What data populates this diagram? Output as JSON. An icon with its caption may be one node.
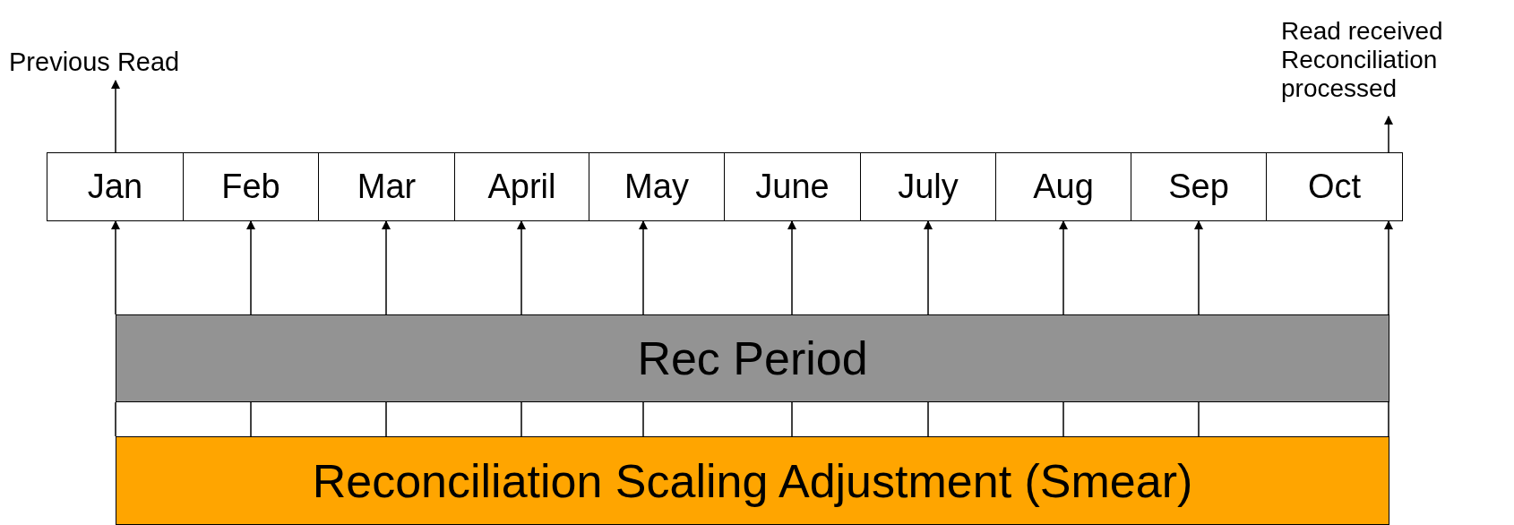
{
  "diagram": {
    "nodes": [
      {
        "text": [
          "Previous Read"
        ]
      },
      {
        "text": [
          "Read received Reconciliation processed"
        ]
      },
      {
        "text": [
          "Jan"
        ]
      },
      {
        "text": [
          "Feb"
        ]
      },
      {
        "text": [
          "Mar"
        ]
      },
      {
        "text": [
          "April"
        ]
      },
      {
        "text": [
          "May"
        ]
      },
      {
        "text": [
          "June"
        ]
      },
      {
        "text": [
          "July"
        ]
      },
      {
        "text": [
          "Aug"
        ]
      },
      {
        "text": [
          "Sep"
        ]
      },
      {
        "text": [
          "Oct"
        ]
      },
      {
        "text": [
          "Rec Period"
        ]
      },
      {
        "text": [
          "Reconciliation Scaling Adjustment (Smear)"
        ]
      }
    ],
    "edges": [
      {
        "from": 2,
        "to": 0,
        "arrow": "to"
      },
      {
        "from": 11,
        "to": 1,
        "arrow": "to"
      },
      {
        "from": 12,
        "to": 2,
        "arrow": "to"
      },
      {
        "from": 12,
        "to": 3,
        "arrow": "to"
      },
      {
        "from": 12,
        "to": 4,
        "arrow": "to"
      },
      {
        "from": 12,
        "to": 5,
        "arrow": "to"
      },
      {
        "from": 12,
        "to": 6,
        "arrow": "to"
      },
      {
        "from": 12,
        "to": 7,
        "arrow": "to"
      },
      {
        "from": 12,
        "to": 8,
        "arrow": "to"
      },
      {
        "from": 12,
        "to": 9,
        "arrow": "to"
      },
      {
        "from": 12,
        "to": 10,
        "arrow": "to"
      },
      {
        "from": 12,
        "to": 11,
        "arrow": "to"
      },
      {
        "from": 13,
        "to": 12,
        "arrow": "none"
      },
      {
        "from": 13,
        "to": 12,
        "arrow": "none"
      },
      {
        "from": 13,
        "to": 12,
        "arrow": "none"
      },
      {
        "from": 13,
        "to": 12,
        "arrow": "none"
      },
      {
        "from": 13,
        "to": 12,
        "arrow": "none"
      },
      {
        "from": 13,
        "to": 12,
        "arrow": "none"
      },
      {
        "from": 13,
        "to": 12,
        "arrow": "none"
      },
      {
        "from": 13,
        "to": 12,
        "arrow": "none"
      },
      {
        "from": 13,
        "to": 12,
        "arrow": "none"
      },
      {
        "from": 13,
        "to": 12,
        "arrow": "none"
      }
    ]
  }
}
